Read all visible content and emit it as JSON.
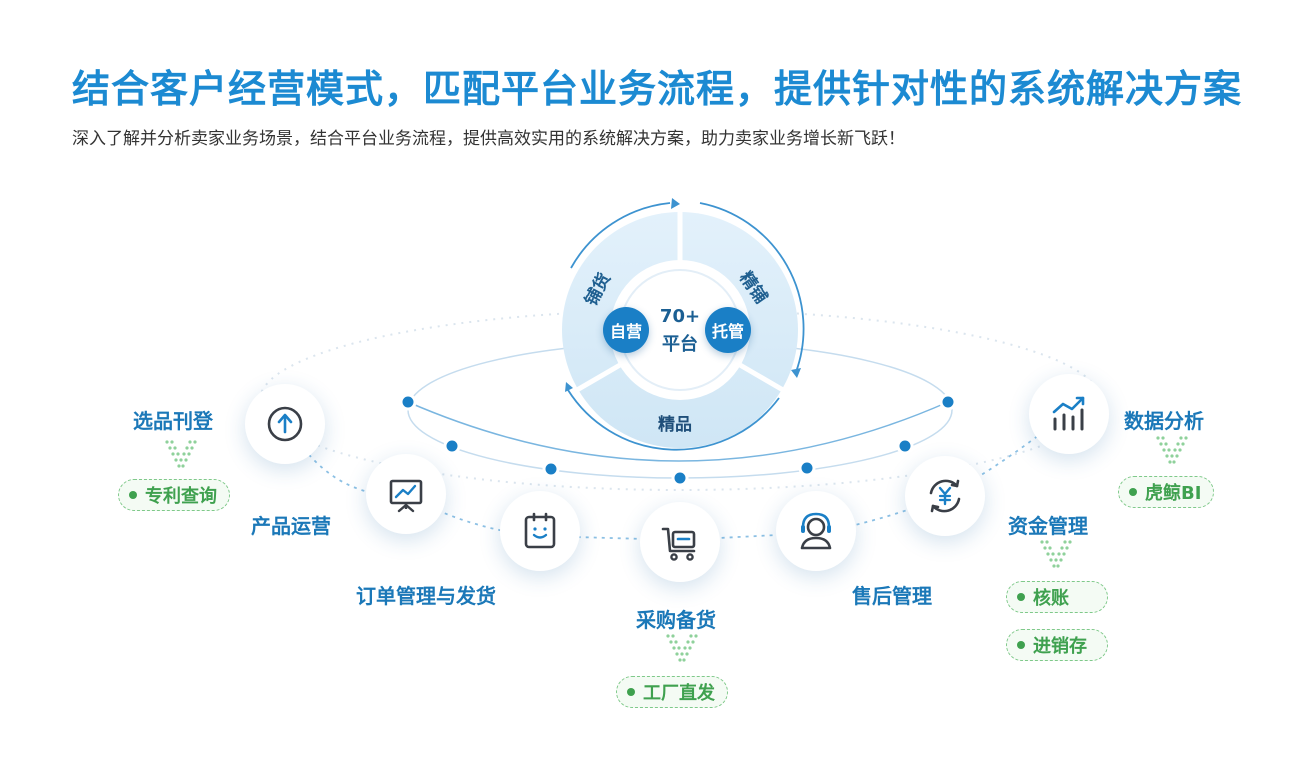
{
  "header": {
    "title": "结合客户经营模式，匹配平台业务流程，提供针对性的系统解决方案",
    "subtitle": "深入了解并分析卖家业务场景，结合平台业务流程，提供高效实用的系统解决方案，助力卖家业务增长新飞跃！"
  },
  "core": {
    "segments": [
      "铺货",
      "精铺",
      "精品"
    ],
    "center_line1": "70+",
    "center_line2": "平台",
    "left_pill": "自营",
    "right_pill": "托管"
  },
  "features": [
    {
      "label": "选品刊登",
      "icon": "arrow-up-circle-icon",
      "tags": [
        "专利查询"
      ]
    },
    {
      "label": "产品运营",
      "icon": "presentation-chart-icon",
      "tags": []
    },
    {
      "label": "订单管理与发货",
      "icon": "clipboard-face-icon",
      "tags": []
    },
    {
      "label": "采购备货",
      "icon": "cart-icon",
      "tags": [
        "工厂直发"
      ]
    },
    {
      "label": "售后管理",
      "icon": "headset-icon",
      "tags": []
    },
    {
      "label": "资金管理",
      "icon": "yen-cycle-icon",
      "tags": [
        "核账",
        "进销存"
      ]
    },
    {
      "label": "数据分析",
      "icon": "bar-chart-trend-icon",
      "tags": [
        "虎鲸BI"
      ]
    }
  ],
  "colors": {
    "title": "#1c8ad2",
    "label": "#1b78b8",
    "accent": "#1a7fc6",
    "tag_green": "#3fa14f",
    "ring_light": "#d6eaf7"
  }
}
